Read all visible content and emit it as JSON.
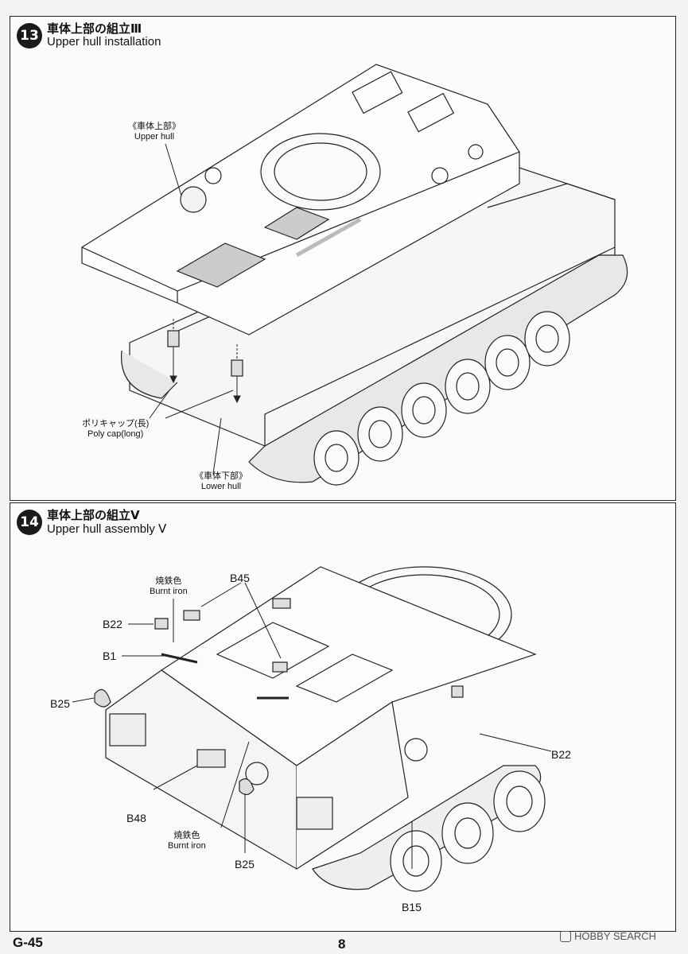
{
  "step13": {
    "number": "13",
    "title_jp": "車体上部の組立Ⅲ",
    "title_en": "Upper hull installation",
    "labels": {
      "upper_hull_jp": "《車体上部》",
      "upper_hull_en": "Upper hull",
      "poly_cap_jp": "ポリキャップ(長)",
      "poly_cap_en": "Poly cap(long)",
      "lower_hull_jp": "《車体下部》",
      "lower_hull_en": "Lower hull"
    }
  },
  "step14": {
    "number": "14",
    "title_jp": "車体上部の組立Ⅴ",
    "title_en": "Upper hull assembly Ⅴ",
    "labels": {
      "burnt_iron_jp_1": "焼鉄色",
      "burnt_iron_en_1": "Burnt iron",
      "b45": "B45",
      "b22_left": "B22",
      "b1": "B1",
      "b25_left": "B25",
      "b48": "B48",
      "burnt_iron_jp_2": "焼鉄色",
      "burnt_iron_en_2": "Burnt iron",
      "b25_bottom": "B25",
      "b22_right": "B22",
      "b15": "B15"
    }
  },
  "footer": {
    "page_code": "G-45",
    "page_number": "8",
    "watermark": "HOBBY SEARCH"
  }
}
